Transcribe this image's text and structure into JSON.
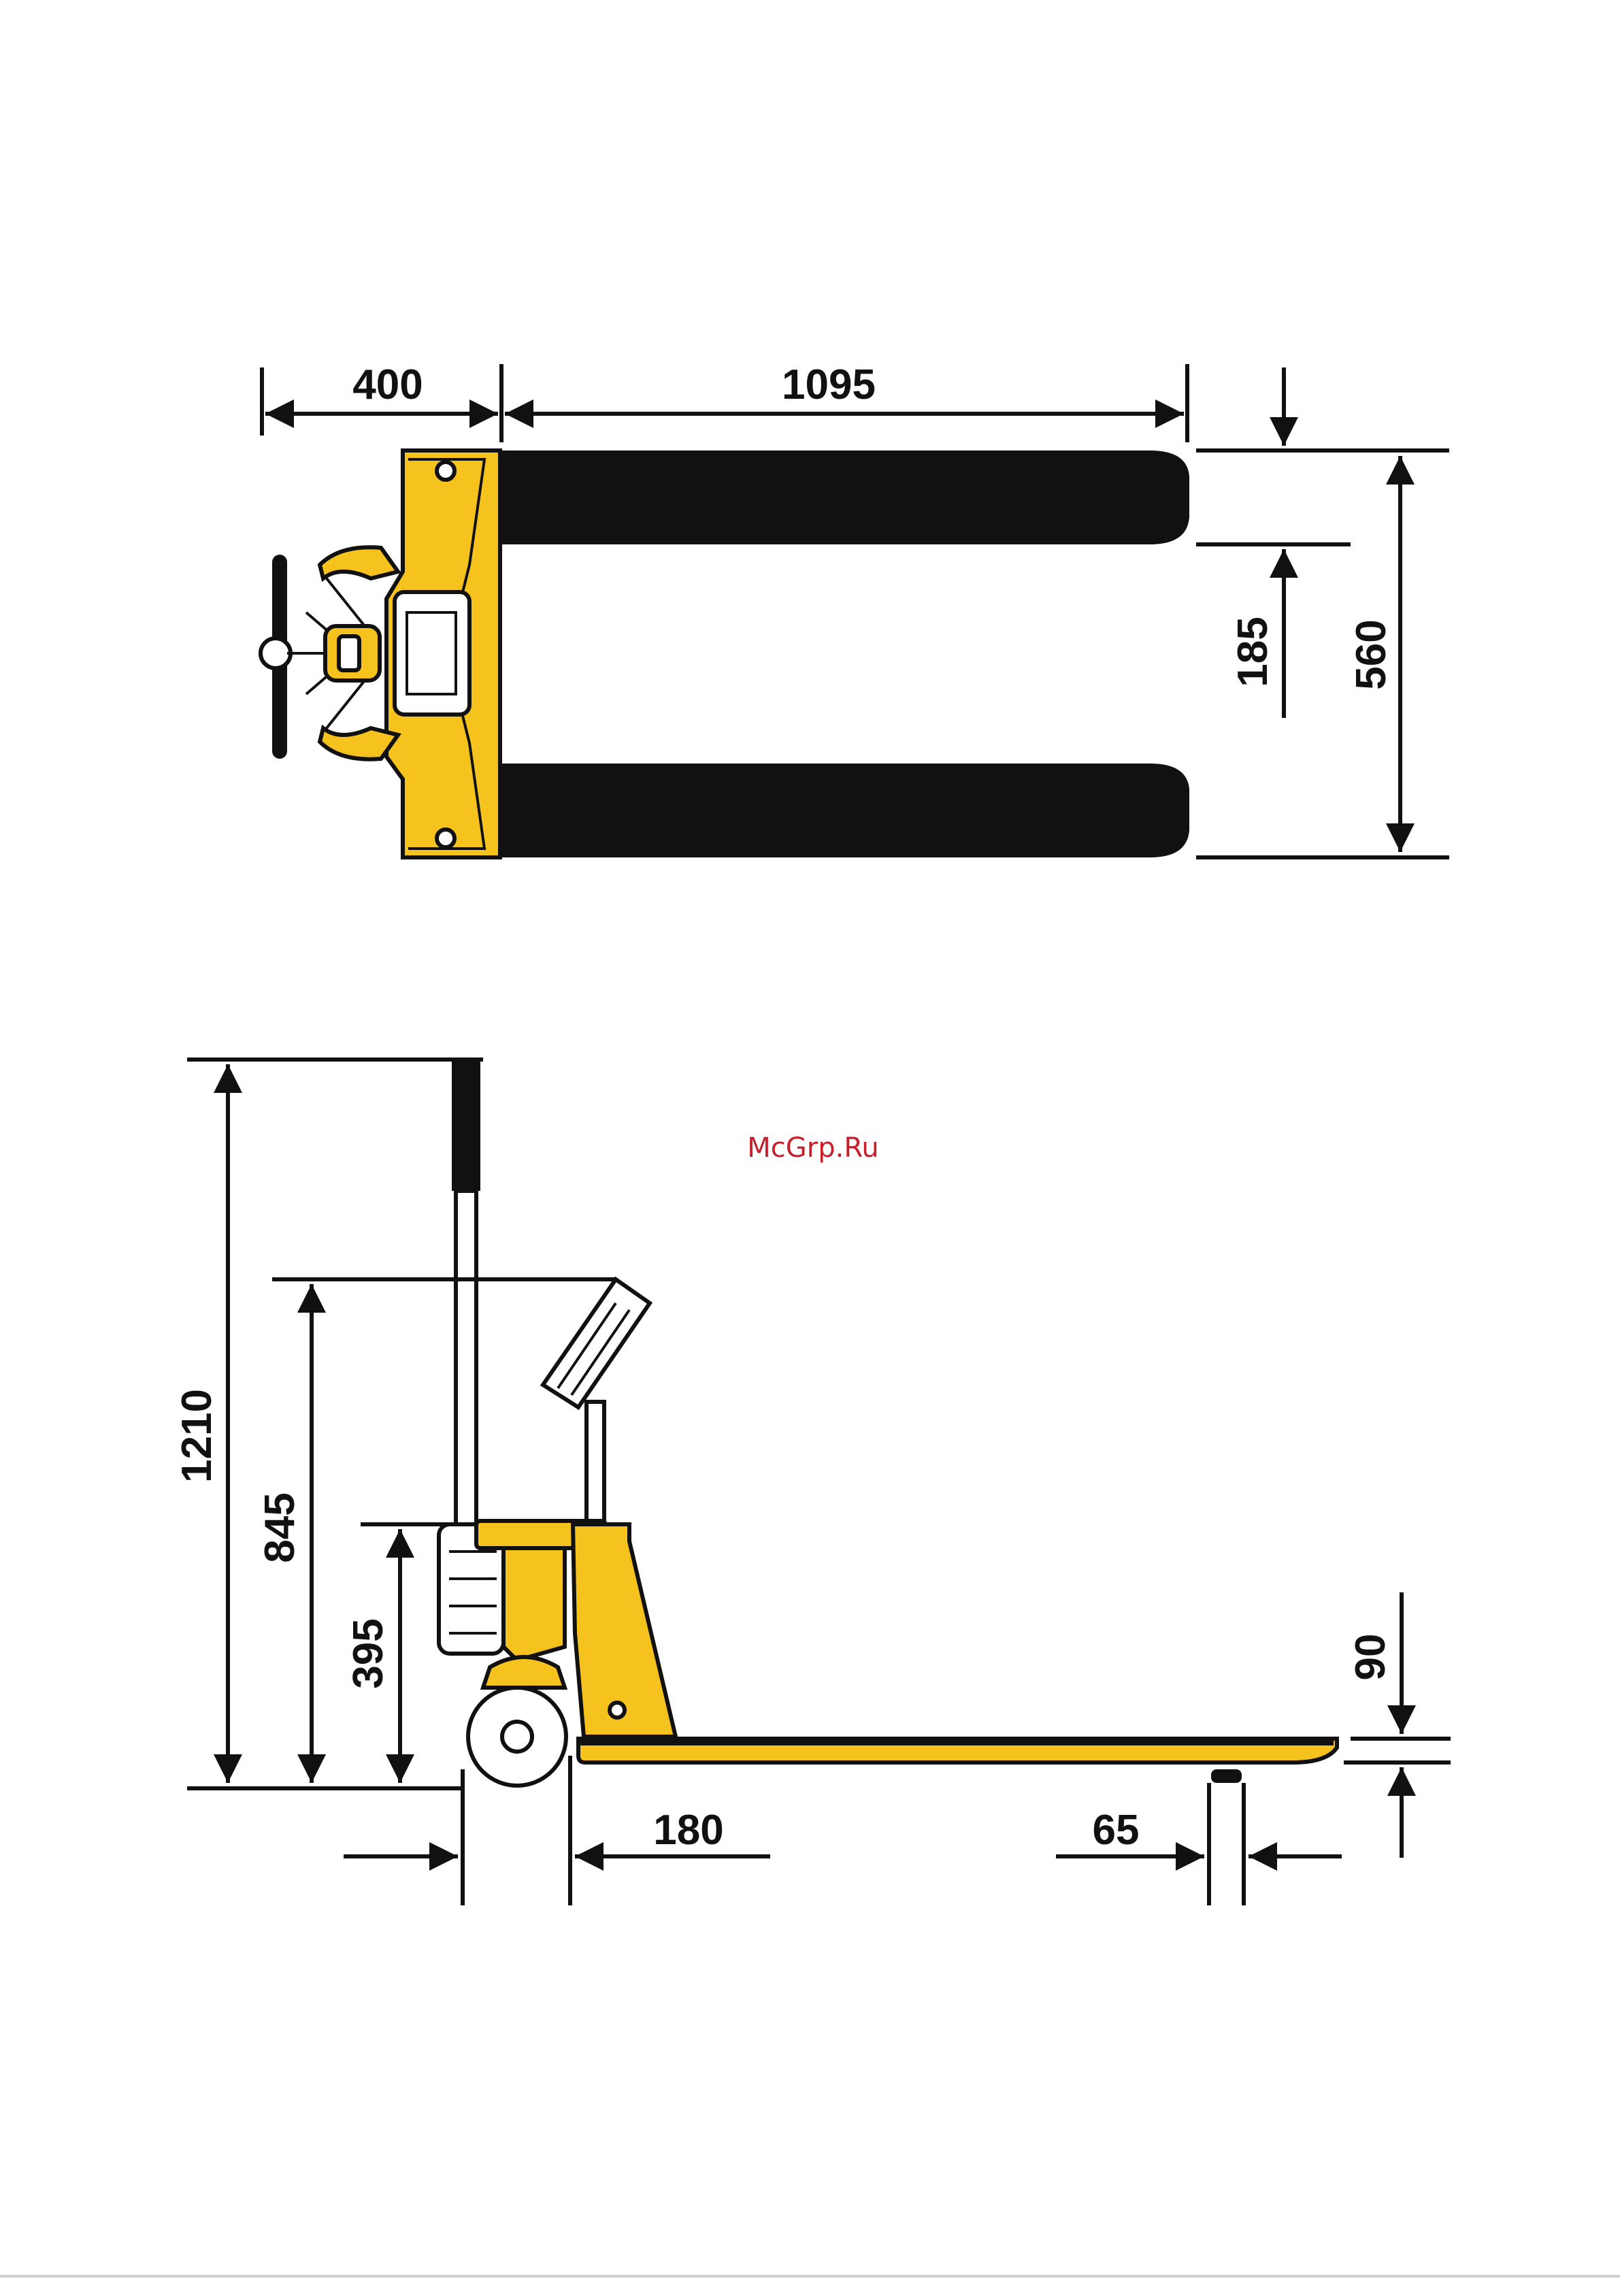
{
  "watermark": "McGrp.Ru",
  "colors": {
    "body": "#f6c21e",
    "fork": "#111111",
    "line": "#111111",
    "watermark": "#c8202a"
  },
  "top_view": {
    "dims": {
      "handle_length": "400",
      "fork_length": "1095",
      "fork_width": "185",
      "overall_width": "560"
    }
  },
  "side_view": {
    "dims": {
      "overall_height": "1210",
      "scale_height": "845",
      "body_height": "395",
      "min_height": "90",
      "wheel_offset": "180",
      "roller_offset": "65"
    }
  }
}
